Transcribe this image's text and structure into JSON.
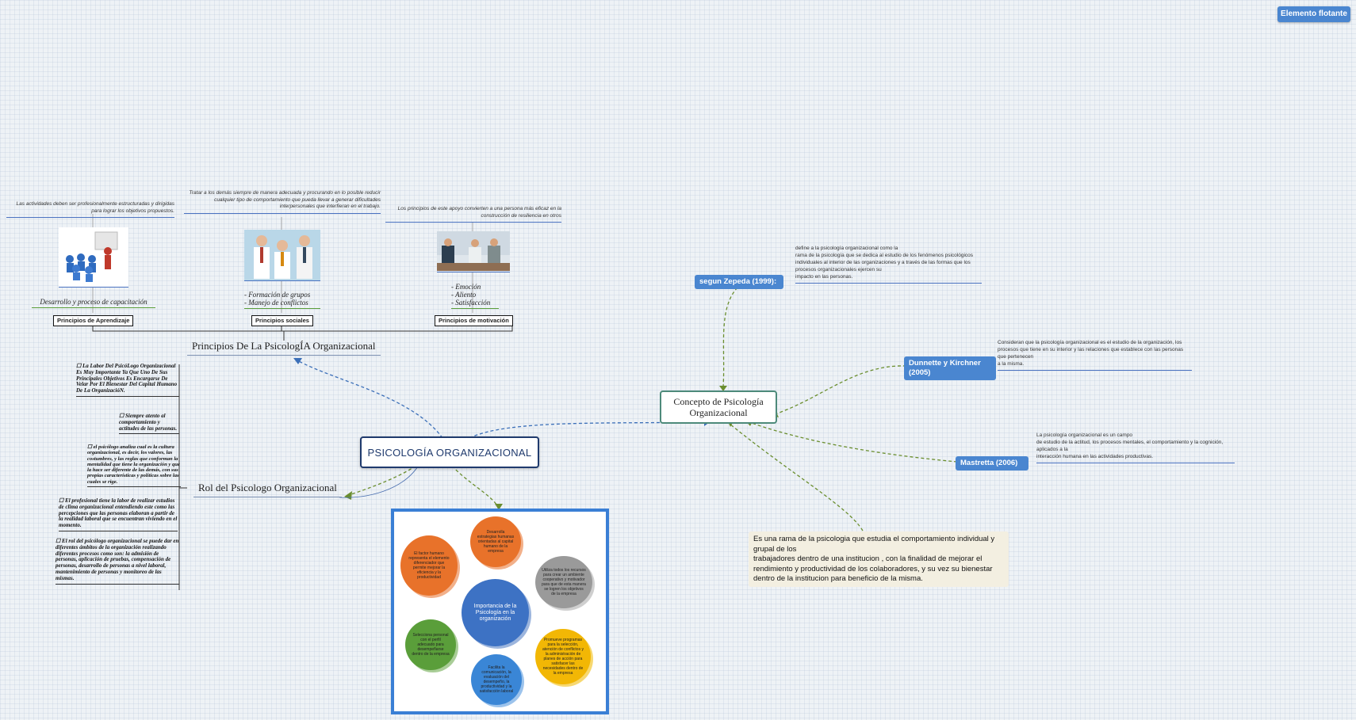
{
  "floating_button": "Elemento flotante",
  "central_topic": "PSICOLOGÍA ORGANIZACIONAL",
  "principios": {
    "title": "Principios De La PsicologÍA Organizacional",
    "items": [
      {
        "label": "Principios de Aprendizaje",
        "subtext": "Desarrollo y proceso de capacitación",
        "note": "Las actividades deben ser profesionalmente estructuradas y dirigidas para lograr los objetivos propuestos."
      },
      {
        "label": "Principios sociales",
        "subtext_lines": [
          "- Formación de grupos",
          "- Manejo de conflictos"
        ],
        "note": "Tratar a los demás siempre de manera adecuada y procurando en lo posible reducir cualquier tipo de comportamiento que pueda llevar a generar dificultades interpersonales que interfieran en el trabajo."
      },
      {
        "label": "Principios de motivación",
        "subtext_lines": [
          "- Emoción",
          "- Aliento",
          "- Satisfacción"
        ],
        "note": "Los principios de este apoyo convierten a una persona más eficaz en la construcción de resiliencia en otros"
      }
    ]
  },
  "rol": {
    "title": "Rol del Psicologo Organizacional",
    "items": [
      "La Labor Del PsicóLogo Organizacional Es Muy Importante Ya Que Uno De Sus Principales Objetivos Es Encargarse De Velar Por El Bienestar Del Capital Humano De La OrganizacióN.",
      "Siempre atento al comportamiento y actitudes de las personas.",
      "el psicólogo analiza cual es la cultura organizacional, es decir, los valores, las costumbres, y las reglas que conforman la mentalidad que tiene la organización y que la hace ser diferente de las demás, con sus propias características y políticas sobre las cuales se rige.",
      "El profesional tiene la labor de realizar estudios de clima organizacional entendiendo este como las percepciones que las personas elaboran a partir de la realidad laboral que se encuentran viviendo en el momento.",
      "El rol del psicólogo organizacional se puede dar en diferentes ámbitos de la organización realizando diferentes procesos como son: la admisión de personas, aplicación de pruebas, compensación de personas, desarrollo de personas a nivel laboral, mantenimiento de personas y monitoreo de las mismas."
    ]
  },
  "concepto": {
    "title": "Concepto de Psicología Organizacional",
    "definition_lines": [
      "Es una rama de la psicologia que estudia el comportamiento individual y grupal de los",
      "trabajadores dentro de una institucion , con la finalidad de mejorar el",
      "rendimiento y productividad de los colaboradores, y su vez su bienestar",
      "dentro de la institucion para beneficio de la misma."
    ],
    "authors": [
      {
        "name": "segun Zepeda (1999):",
        "text_lines": [
          "define a la psicología organizacional como la",
          "rama de la psicología que se dedica al estudio de los fenómenos psicológicos",
          "individuales al interior de las organizaciones y a través de las formas que los",
          "procesos organizacionales ejercen su",
          "impacto en las personas."
        ]
      },
      {
        "name_lines": [
          "Dunnette y Kirchner",
          "(2005)"
        ],
        "text_lines": [
          "Consideran que la psicología organizacional es el estudio de la organización, los",
          "procesos que tiene en su interior y las relaciones que establece con las personas",
          "que pertenecen",
          "a la misma."
        ]
      },
      {
        "name": "Mastretta (2006)",
        "text_lines": [
          "La psicología organizacional es un campo",
          "de estudio de la actitud, los procesos mentales, el comportamiento y la cognición,",
          "aplicados a la",
          "interacción humana en las actividades productivas."
        ]
      }
    ]
  },
  "importance_image": {
    "center": "Importancia de la Psicología en la organización",
    "bubbles": [
      {
        "text": "Desarrolla estrategias humanas orientadas al capital humano de la empresa",
        "color": "#e8722a"
      },
      {
        "text": "Utiliza todos los recursos para crear un ambiente cooperativo y motivador para que de esta manera se logren los objetivos de la empresa",
        "color": "#9a9a9a"
      },
      {
        "text": "Promueve programas para la selección, atención de conflictos y la administración de planes de acción para satisfacer las necesidades dentro de la empresa",
        "color": "#f2b705"
      },
      {
        "text": "Facilita la comunicación, la evaluación del desempeño, la productividad y la satisfacción laboral",
        "color": "#3a86d6"
      },
      {
        "text": "Selecciona personal con el perfil adecuado para desempeñarse dentro de la empresa",
        "color": "#5a9e3a"
      },
      {
        "text": "El factor humano representa el elemento diferenciador que permite mejorar la eficiencia y la productividad",
        "color": "#e8722a"
      }
    ]
  },
  "colors": {
    "accent": "#4a86d0",
    "central_border": "#1f3a6d",
    "concept_border": "#4d8a7a",
    "dashed_green": "#6a8e2e",
    "dashed_blue": "#3b6fb8",
    "def_box_bg": "#f3efe1"
  }
}
